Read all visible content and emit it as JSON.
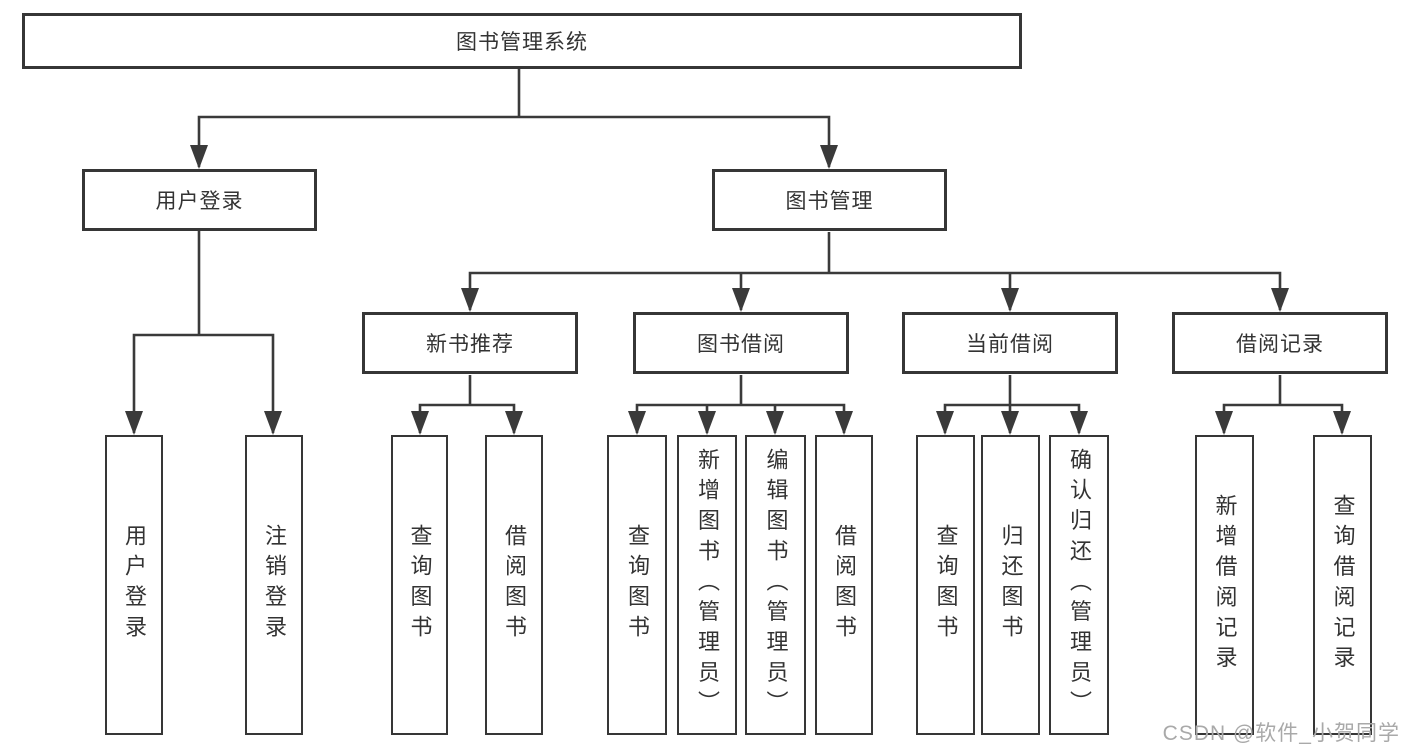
{
  "diagram": {
    "root": "图书管理系统",
    "user_login": {
      "label": "用户登录",
      "children": [
        "用户登录",
        "注销登录"
      ]
    },
    "book_mgmt": {
      "label": "图书管理",
      "groups": [
        {
          "label": "新书推荐",
          "children": [
            "查询图书",
            "借阅图书"
          ]
        },
        {
          "label": "图书借阅",
          "children": [
            "查询图书",
            "新增图书（管理员）",
            "编辑图书（管理员）",
            "借阅图书"
          ]
        },
        {
          "label": "当前借阅",
          "children": [
            "查询图书",
            "归还图书",
            "确认归还（管理员）"
          ]
        },
        {
          "label": "借阅记录",
          "children": [
            "新增借阅记录",
            "查询借阅记录"
          ]
        }
      ]
    }
  },
  "watermark": "CSDN @软件_小贺同学",
  "colors": {
    "line": "#3a3a3a",
    "box_border": "#363636",
    "text": "#333333",
    "watermark": "#a9a9a9",
    "background": "#ffffff"
  }
}
